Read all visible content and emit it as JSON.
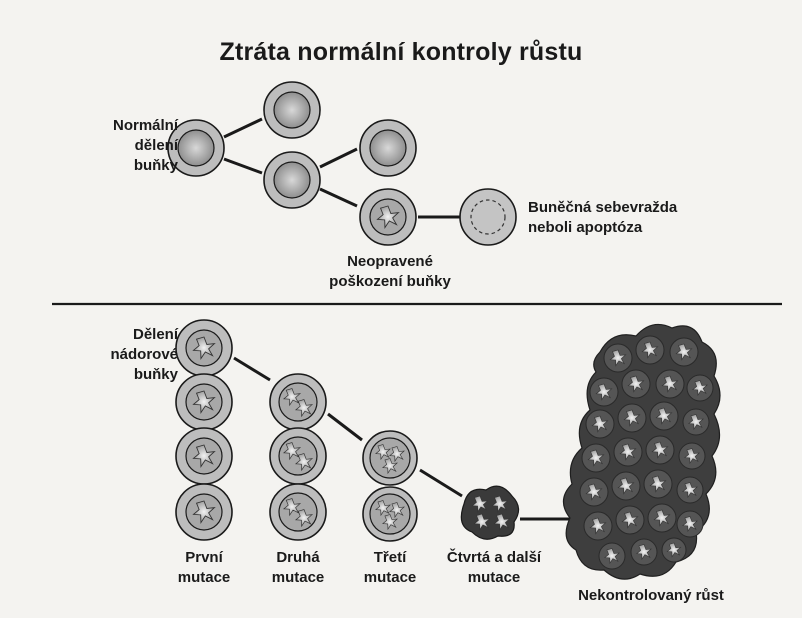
{
  "title": "Ztráta normální kontroly růstu",
  "labels": {
    "normal_division": "Normální\ndělení\nbuňky",
    "apoptosis": "Buněčná sebevražda\nneboli apoptóza",
    "unrepaired": "Neopravené\npoškození buňky",
    "tumor_division": "Dělení\nnádorové\nbuňky",
    "first_mutation": "První\nmutace",
    "second_mutation": "Druhá\nmutace",
    "third_mutation": "Třetí\nmutace",
    "fourth_mutation": "Čtvrtá a další\nmutace",
    "uncontrolled_growth": "Nekontrolovaný růst"
  },
  "colors": {
    "background": "#f4f3f0",
    "ink": "#1a1a1a",
    "cell_fill": "#bdbdbd",
    "nucleus_fill": "#9a9a9a",
    "tumor_mass": "#3e3e3e"
  }
}
